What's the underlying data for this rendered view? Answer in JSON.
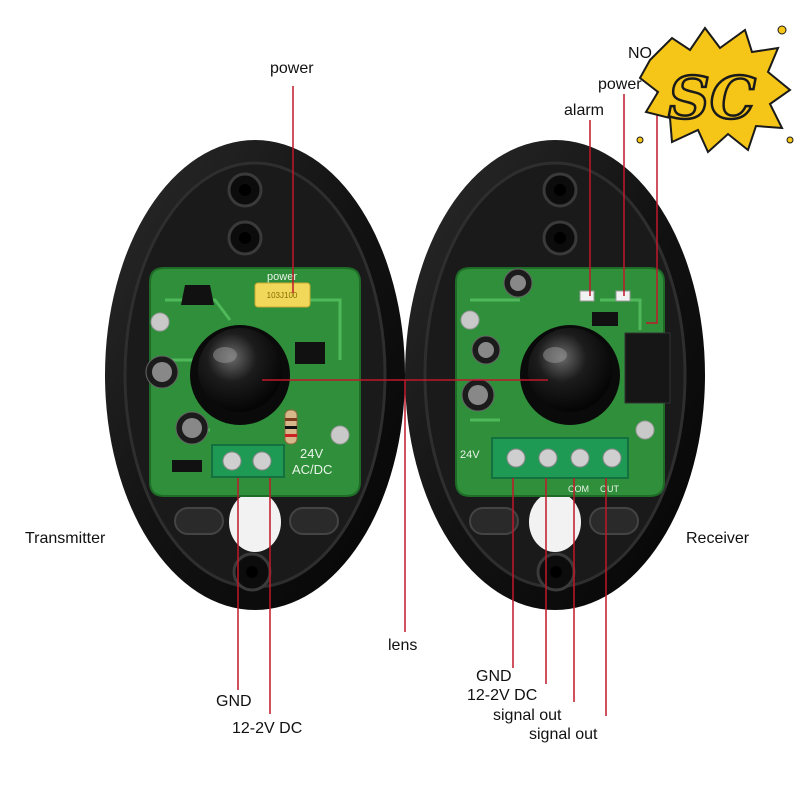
{
  "labels": {
    "transmitter": "Transmitter",
    "receiver": "Receiver",
    "lens": "lens",
    "tx_power": "power",
    "tx_gnd": "GND",
    "tx_supply": "12-2V DC",
    "rx_no": "NO",
    "rx_power": "power",
    "rx_alarm": "alarm",
    "rx_gnd": "GND",
    "rx_supply": "12-2V DC",
    "rx_signal_1": "signal out",
    "rx_signal_2": "signal out"
  },
  "logo": {
    "text": "SC"
  },
  "board": {
    "tx_voltage": "24V",
    "tx_acdc": "AC/DC",
    "tx_power_silk": "power",
    "rx_voltage": "24V",
    "rx_com": "COM",
    "rx_out": "OUT"
  },
  "colors": {
    "callout_line": "#c0182a",
    "housing": "#121212",
    "pcb": "#2f8f3a",
    "terminal_block": "#1f9a55",
    "logo_fill": "#f5c518"
  },
  "icons": {
    "logo": "sc-splash-logo",
    "lens": "dome-lens-icon"
  }
}
